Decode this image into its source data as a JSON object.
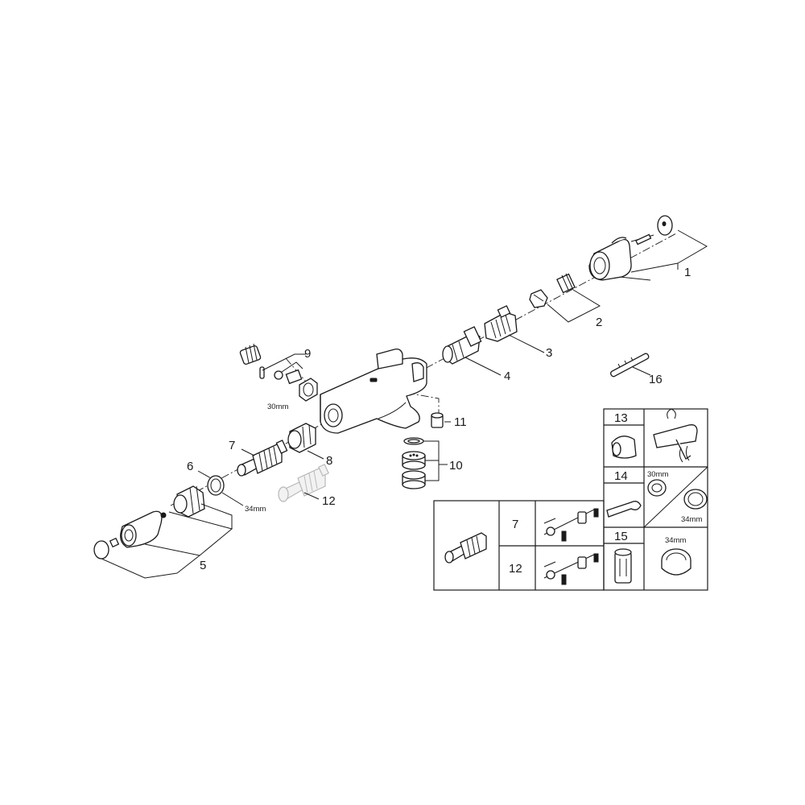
{
  "labels": {
    "p1": "1",
    "p2": "2",
    "p3": "3",
    "p4": "4",
    "p5": "5",
    "p6": "6",
    "p7": "7",
    "p8": "8",
    "p9": "9",
    "p10": "10",
    "p11": "11",
    "p12": "12",
    "p16": "16"
  },
  "dimensions": {
    "nut_30mm": "30mm",
    "ring_34mm": "34mm"
  },
  "legend": {
    "variant_top": "7",
    "variant_bottom": "12",
    "tool_13": "13",
    "tool_14": "14",
    "tool_15": "15",
    "tool_14_nut": "30mm",
    "tool_14_ring": "34mm",
    "tool_15_ring": "34mm"
  }
}
